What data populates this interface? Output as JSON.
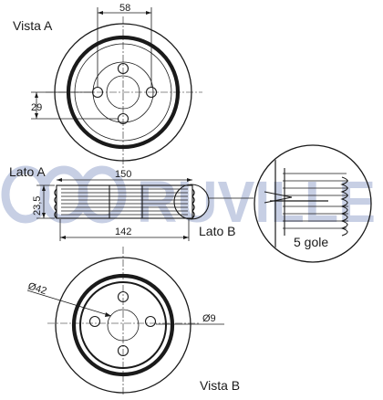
{
  "views": {
    "front_title": "Vista A",
    "back_title": "Vista B",
    "side_a": "Lato A",
    "side_b": "Lato B",
    "grooves": "5 gole"
  },
  "dimensions": {
    "bolt_spacing": "58",
    "bolt_offset": "29",
    "outer_diameter": "150",
    "width": "23,5",
    "pulley_diameter": "142",
    "bore_diameter": "Ø42",
    "hole_diameter": "Ø9"
  },
  "watermark": {
    "brand": "RUVILLE",
    "color": "#9aa8cf"
  },
  "colors": {
    "line": "#1a1a1a",
    "background": "#ffffff"
  }
}
